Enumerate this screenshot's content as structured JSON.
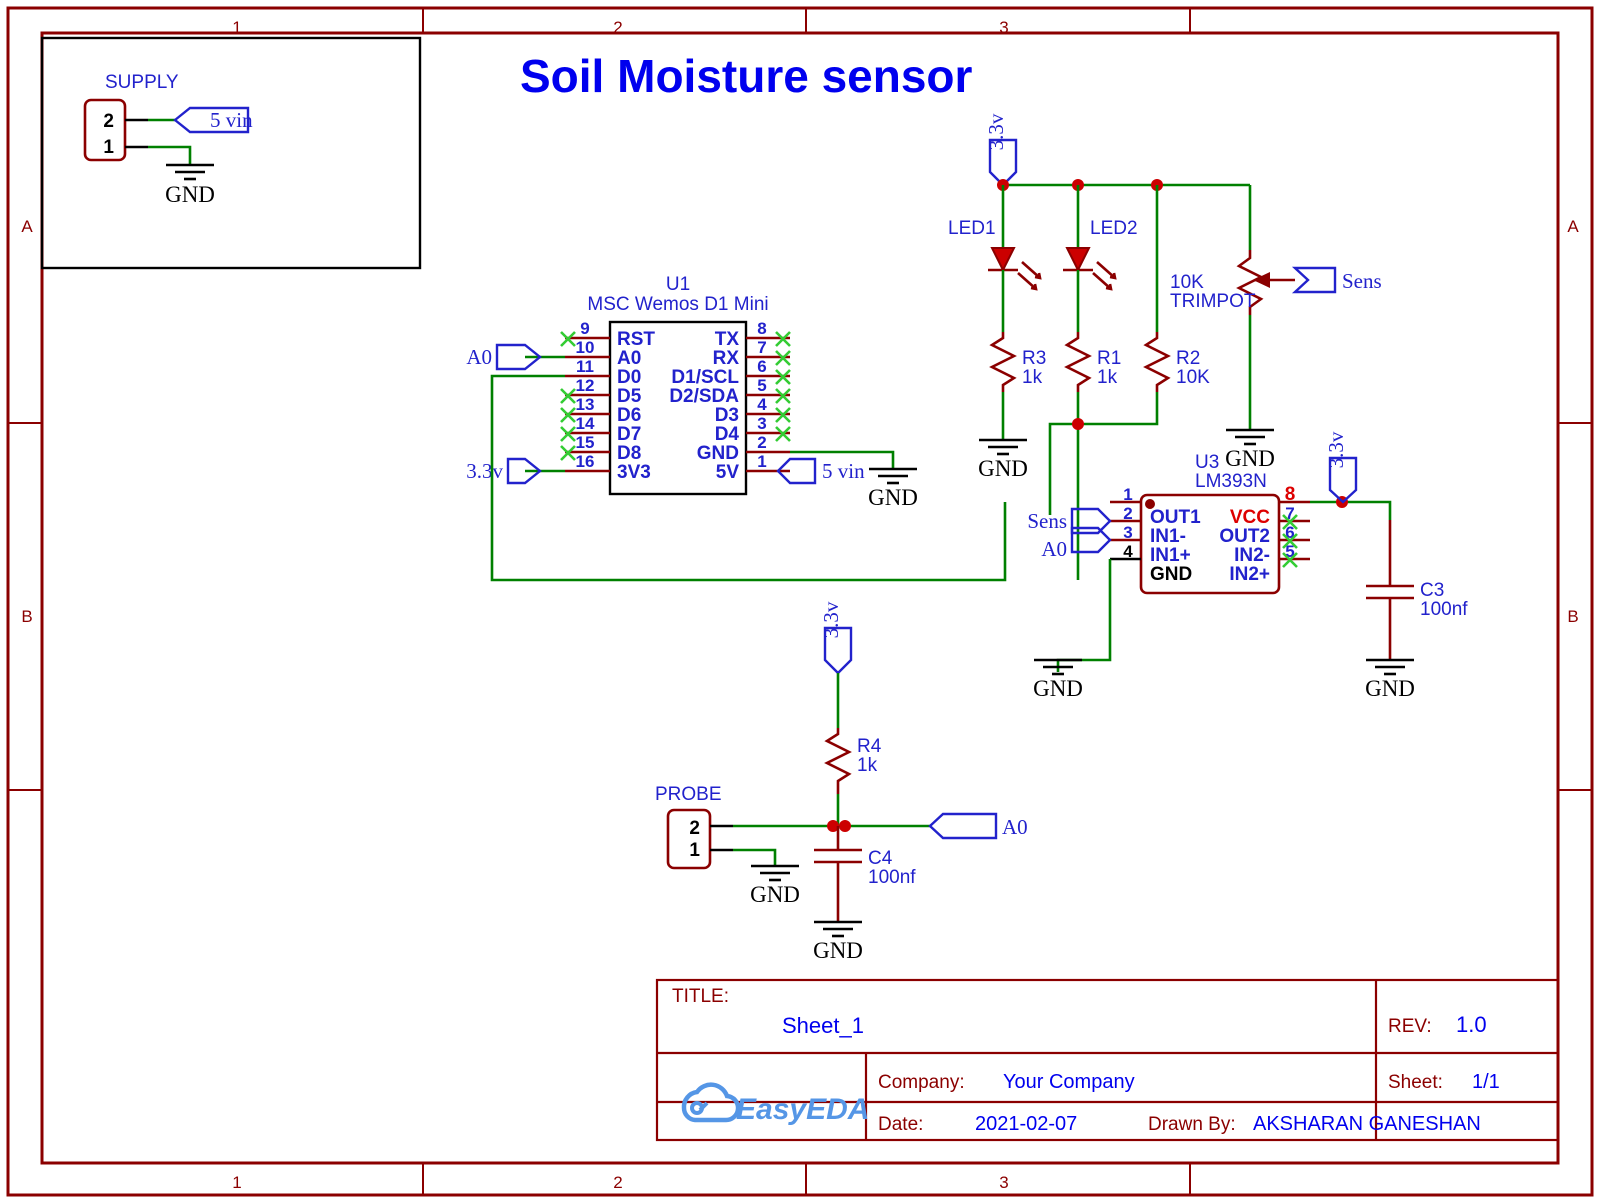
{
  "sheet": {
    "title": "Soil Moisture sensor",
    "frame": {
      "columns": [
        "1",
        "2",
        "3"
      ],
      "rows": [
        "A",
        "B"
      ]
    }
  },
  "blocks": {
    "supply": {
      "name": "SUPPLY",
      "pins": [
        "2",
        "1"
      ],
      "net_port": "5 vin",
      "gnd": "GND"
    },
    "u1": {
      "ref": "U1",
      "name": "MSC Wemos D1 Mini",
      "left_pins": [
        {
          "num": "9",
          "name": "RST"
        },
        {
          "num": "10",
          "name": "A0"
        },
        {
          "num": "11",
          "name": "D0"
        },
        {
          "num": "12",
          "name": "D5"
        },
        {
          "num": "13",
          "name": "D6"
        },
        {
          "num": "14",
          "name": "D7"
        },
        {
          "num": "15",
          "name": "D8"
        },
        {
          "num": "16",
          "name": "3V3"
        }
      ],
      "right_pins": [
        {
          "num": "8",
          "name": "TX"
        },
        {
          "num": "7",
          "name": "RX"
        },
        {
          "num": "6",
          "name": "D1/SCL"
        },
        {
          "num": "5",
          "name": "D2/SDA"
        },
        {
          "num": "4",
          "name": "D3"
        },
        {
          "num": "3",
          "name": "D4"
        },
        {
          "num": "2",
          "name": "GND"
        },
        {
          "num": "1",
          "name": "5V"
        }
      ],
      "ports": {
        "a0": "A0",
        "v33": "3.3v",
        "vin": "5 vin",
        "gnd": "GND"
      }
    },
    "u3": {
      "ref": "U3",
      "name": "LM393N",
      "left_pins": [
        {
          "num": "1",
          "name": "OUT1"
        },
        {
          "num": "2",
          "name": "IN1-"
        },
        {
          "num": "3",
          "name": "IN1+"
        },
        {
          "num": "4",
          "name": "GND"
        }
      ],
      "right_pins": [
        {
          "num": "8",
          "name": "VCC"
        },
        {
          "num": "7",
          "name": "OUT2"
        },
        {
          "num": "6",
          "name": "IN2-"
        },
        {
          "num": "5",
          "name": "IN2+"
        }
      ],
      "ports": {
        "sens": "Sens",
        "a0": "A0",
        "v33": "3.3v",
        "gnd": "GND"
      }
    },
    "probe": {
      "name": "PROBE",
      "pins": [
        "2",
        "1"
      ],
      "net_port": "A0",
      "gnd": "GND"
    }
  },
  "components": [
    {
      "id": "LED1",
      "ref": "LED1",
      "value": ""
    },
    {
      "id": "LED2",
      "ref": "LED2",
      "value": ""
    },
    {
      "id": "R3",
      "ref": "R3",
      "value": "1k"
    },
    {
      "id": "R1",
      "ref": "R1",
      "value": "1k"
    },
    {
      "id": "R2",
      "ref": "R2",
      "value": "10K"
    },
    {
      "id": "RV1",
      "ref": "10K",
      "value": "TRIMPOT"
    },
    {
      "id": "R4",
      "ref": "R4",
      "value": "1k"
    },
    {
      "id": "C3",
      "ref": "C3",
      "value": "100nf"
    },
    {
      "id": "C4",
      "ref": "C4",
      "value": "100nf"
    }
  ],
  "nets": {
    "v33": "3.3v",
    "vin": "5 vin",
    "gnd": "GND",
    "sens": "Sens",
    "a0": "A0"
  },
  "titleblock": {
    "title_key": "TITLE:",
    "title_value": "Sheet_1",
    "rev_key": "REV:",
    "rev_value": "1.0",
    "company_key": "Company:",
    "company_value": "Your Company",
    "sheet_key": "Sheet:",
    "sheet_value": "1/1",
    "date_key": "Date:",
    "date_value": "2021-02-07",
    "drawn_key": "Drawn By:",
    "drawn_value": "AKSHARAN GANESHAN",
    "logo_text": "EasyEDA"
  },
  "colors": {
    "wire": "#008000",
    "component": "#8b0000",
    "label": "#2222cc",
    "title": "#0000ee",
    "nc": "#33cc33",
    "junction": "#cc0000"
  }
}
